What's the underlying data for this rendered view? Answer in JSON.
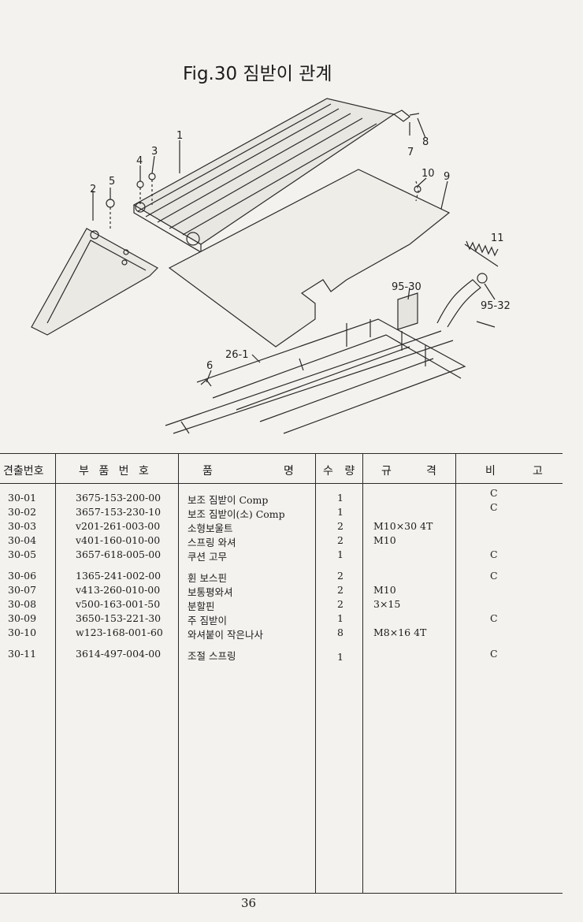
{
  "title": "Fig.30 짐받이 관계",
  "diagram_labels": {
    "l1": "1",
    "l2": "2",
    "l3": "3",
    "l4": "4",
    "l5": "5",
    "l6": "6",
    "l7": "7",
    "l8": "8",
    "l9": "9",
    "l10": "10",
    "l11": "11",
    "l9530": "95-30",
    "l9532": "95-32",
    "l261": "26-1"
  },
  "table": {
    "headers": {
      "no": "견출번호",
      "part_no": "부 품 번 호",
      "name_a": "품",
      "name_b": "명",
      "qty": "수 량",
      "spec_a": "규",
      "spec_b": "격",
      "remarks_a": "비",
      "remarks_b": "고"
    },
    "rows": [
      {
        "no": "30-01",
        "part_no": "3675-153-200-00",
        "name": "보조 짐받이 Comp",
        "qty": "1",
        "spec": "",
        "remark": "C"
      },
      {
        "no": "30-02",
        "part_no": "3657-153-230-10",
        "name": "보조 짐받이(소) Comp",
        "qty": "1",
        "spec": "",
        "remark": "C"
      },
      {
        "no": "30-03",
        "part_no": "v201-261-003-00",
        "name": "소형보울트",
        "qty": "2",
        "spec": "M10×30 4T",
        "remark": ""
      },
      {
        "no": "30-04",
        "part_no": "v401-160-010-00",
        "name": "스프링 와셔",
        "qty": "2",
        "spec": "M10",
        "remark": ""
      },
      {
        "no": "30-05",
        "part_no": "3657-618-005-00",
        "name": "쿠션 고무",
        "qty": "1",
        "spec": "",
        "remark": "C"
      },
      {
        "no": "30-06",
        "part_no": "1365-241-002-00",
        "name": "휜 보스핀",
        "qty": "2",
        "spec": "",
        "remark": "C"
      },
      {
        "no": "30-07",
        "part_no": "v413-260-010-00",
        "name": "보통평와셔",
        "qty": "2",
        "spec": "M10",
        "remark": ""
      },
      {
        "no": "30-08",
        "part_no": "v500-163-001-50",
        "name": "분할핀",
        "qty": "2",
        "spec": "3×15",
        "remark": ""
      },
      {
        "no": "30-09",
        "part_no": "3650-153-221-30",
        "name": "주 짐받이",
        "qty": "1",
        "spec": "",
        "remark": "C"
      },
      {
        "no": "30-10",
        "part_no": "w123-168-001-60",
        "name": "와셔붙이 작은나사",
        "qty": "8",
        "spec": "M8×16 4T",
        "remark": ""
      },
      {
        "no": "30-11",
        "part_no": "3614-497-004-00",
        "name": "조절 스프링",
        "qty": "1",
        "spec": "",
        "remark": "C"
      }
    ]
  },
  "page_number": "36"
}
